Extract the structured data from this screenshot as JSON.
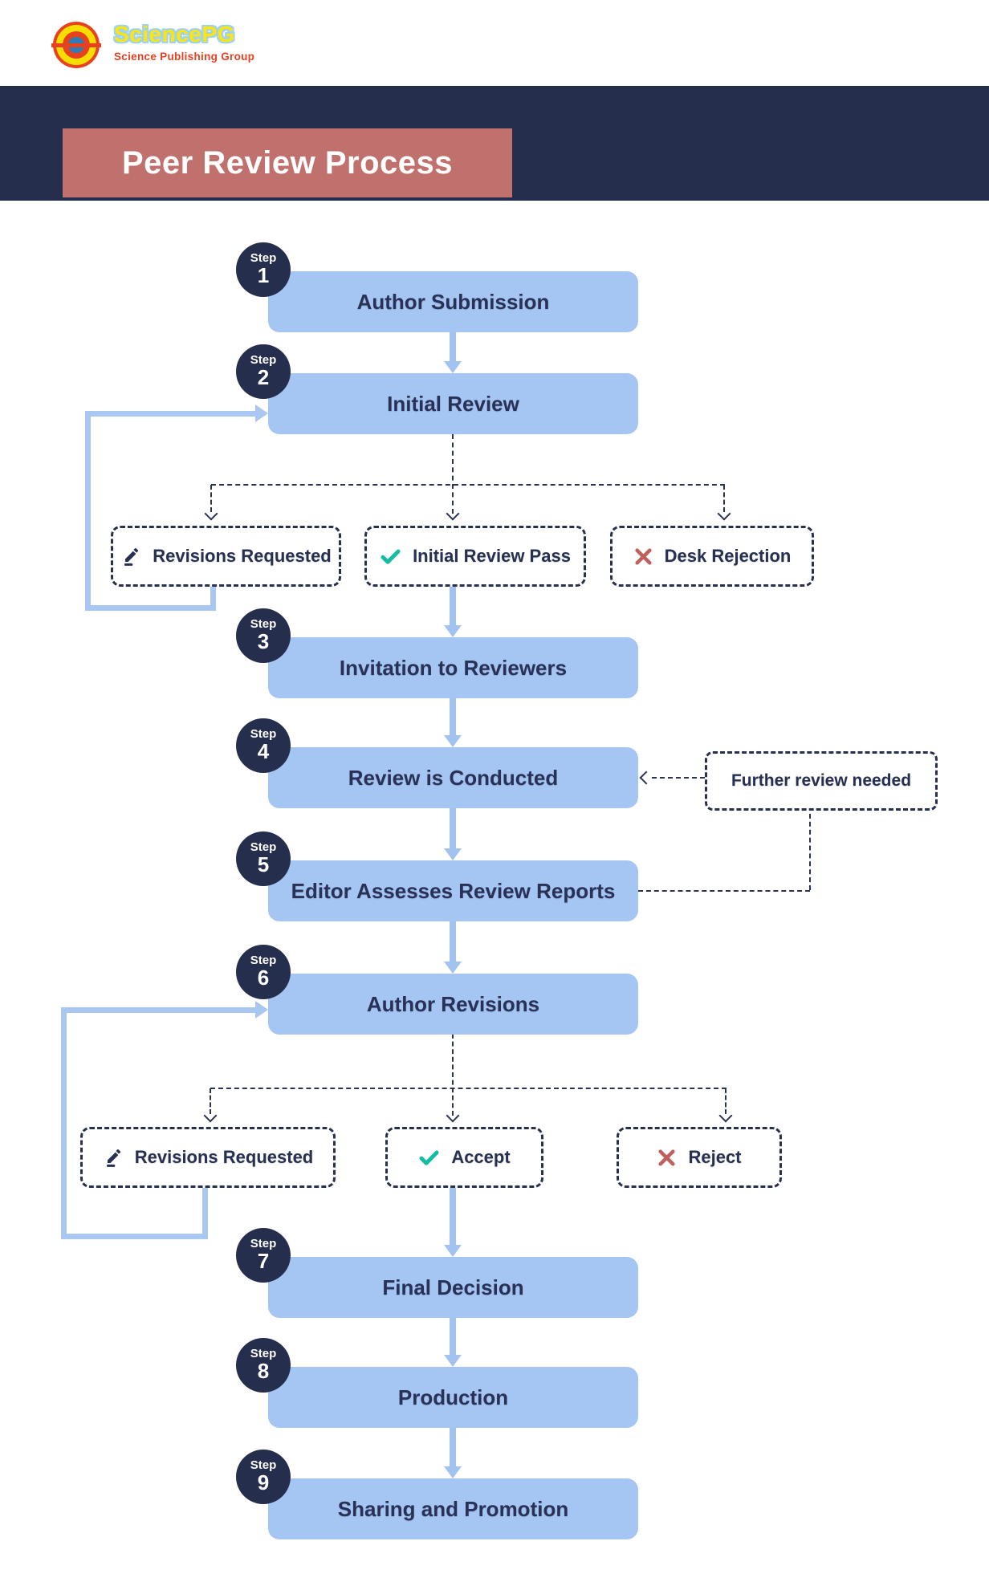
{
  "logo": {
    "brand": "SciencePG",
    "tagline": "Science Publishing Group",
    "mark_icon": "concentric-rings-logo-icon"
  },
  "header": {
    "title": "Peer Review Process"
  },
  "steps": [
    {
      "badge": "Step",
      "num": "1",
      "label": "Author Submission"
    },
    {
      "badge": "Step",
      "num": "2",
      "label": "Initial Review"
    },
    {
      "badge": "Step",
      "num": "3",
      "label": "Invitation to Reviewers"
    },
    {
      "badge": "Step",
      "num": "4",
      "label": "Review is Conducted"
    },
    {
      "badge": "Step",
      "num": "5",
      "label": "Editor Assesses Review Reports"
    },
    {
      "badge": "Step",
      "num": "6",
      "label": "Author Revisions"
    },
    {
      "badge": "Step",
      "num": "7",
      "label": "Final Decision"
    },
    {
      "badge": "Step",
      "num": "8",
      "label": "Production"
    },
    {
      "badge": "Step",
      "num": "9",
      "label": "Sharing and Promotion"
    }
  ],
  "branches": {
    "row1": [
      {
        "icon": "pencil-icon",
        "label": "Revisions Requested"
      },
      {
        "icon": "check-icon",
        "label": "Initial Review Pass"
      },
      {
        "icon": "x-icon",
        "label": "Desk Rejection"
      }
    ],
    "row2": [
      {
        "icon": "pencil-icon",
        "label": "Revisions Requested"
      },
      {
        "icon": "check-icon",
        "label": "Accept"
      },
      {
        "icon": "x-icon",
        "label": "Reject"
      }
    ]
  },
  "annotations": {
    "further_review": "Further review needed"
  },
  "colors": {
    "navy": "#262e4e",
    "title_bg": "#c0716d",
    "box_blue": "#a5c6f3",
    "arrow_blue": "#a2c2ef",
    "loop_blue": "#a9c7f1",
    "check_teal": "#14bca4",
    "reject_red": "#bf605c",
    "logo_red": "#e8411f",
    "logo_yellow": "#f6df00",
    "logo_blue": "#2e7cb6"
  }
}
